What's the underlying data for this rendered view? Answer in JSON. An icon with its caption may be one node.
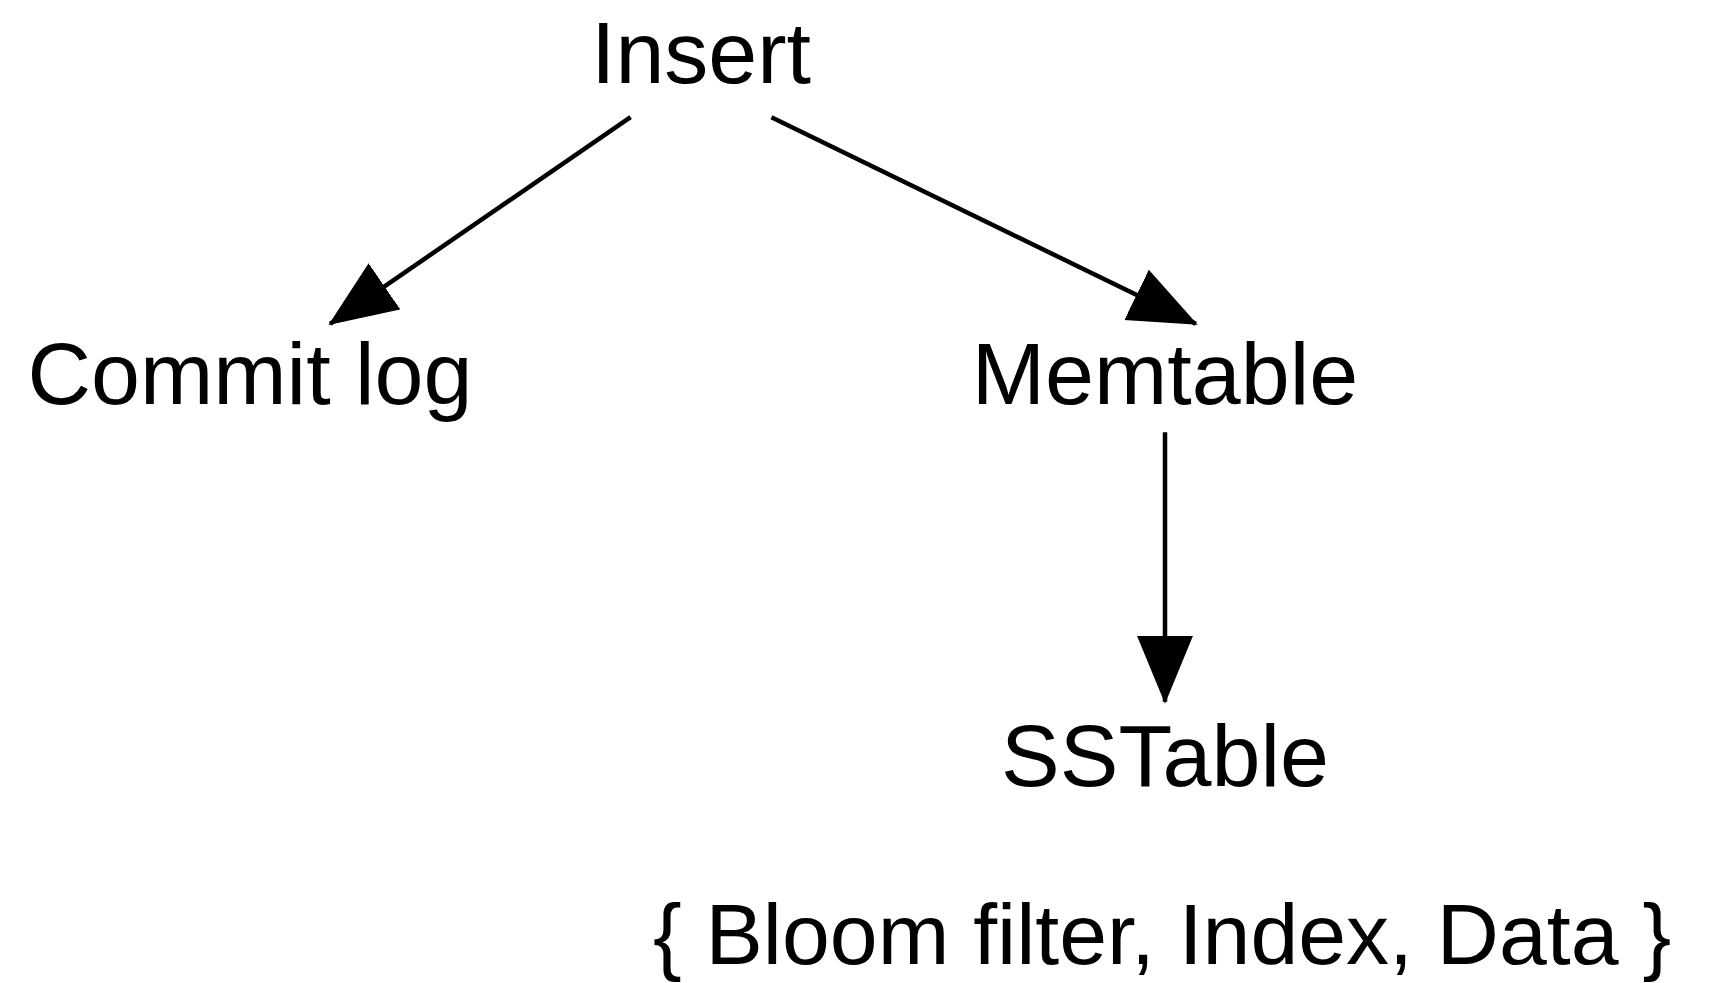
{
  "diagram": {
    "nodes": [
      {
        "text": [
          "Insert"
        ]
      },
      {
        "text": [
          "Commit log"
        ]
      },
      {
        "text": [
          "Memtable"
        ]
      },
      {
        "text": [
          "SSTable"
        ],
        "beside": [
          "{ Bloom filter, Index, Data }"
        ]
      }
    ],
    "edges": [
      {
        "from": 0,
        "to": 1,
        "arrow": "to"
      },
      {
        "from": 0,
        "to": 2,
        "arrow": "to"
      },
      {
        "from": 2,
        "to": 3,
        "arrow": "to"
      }
    ]
  }
}
